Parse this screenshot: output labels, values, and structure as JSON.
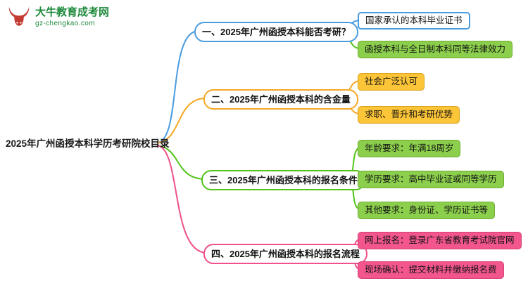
{
  "site": {
    "logo_title": "大牛教育成考网",
    "logo_domain": "gz-chengkao.com"
  },
  "root": {
    "label": "2025年广州函授本科学历考研院校目录"
  },
  "branches": [
    {
      "label": "一、2025年广州函授本科能否考研？",
      "color": "#4a9ce0",
      "children": [
        {
          "label": "国家承认的本科毕业证书",
          "color": "#4a9ce0"
        },
        {
          "label": "函授本科与全日制本科同等法律效力",
          "color": "#8ccf4d"
        }
      ]
    },
    {
      "label": "二、2025年广州函授本科的含金量",
      "color": "#f5a623",
      "children": [
        {
          "label": "社会广泛认可",
          "color": "#fcc437"
        },
        {
          "label": "求职、晋升和考研优势",
          "color": "#fcc437"
        }
      ]
    },
    {
      "label": "三、2025年广州函授本科的报名条件",
      "color": "#52c41a",
      "children": [
        {
          "label": "年龄要求：年满18周岁",
          "color": "#8ccf4d"
        },
        {
          "label": "学历要求：高中毕业证或同等学历",
          "color": "#8ccf4d"
        },
        {
          "label": "其他要求：身份证、学历证书等",
          "color": "#8ccf4d"
        }
      ]
    },
    {
      "label": "四、2025年广州函授本科的报名流程",
      "color": "#f0508c",
      "children": [
        {
          "label": "网上报名：登录广东省教育考试院官网",
          "color": "#f2568d"
        },
        {
          "label": "现场确认：提交材料并缴纳报名费",
          "color": "#f2568d"
        }
      ]
    }
  ]
}
